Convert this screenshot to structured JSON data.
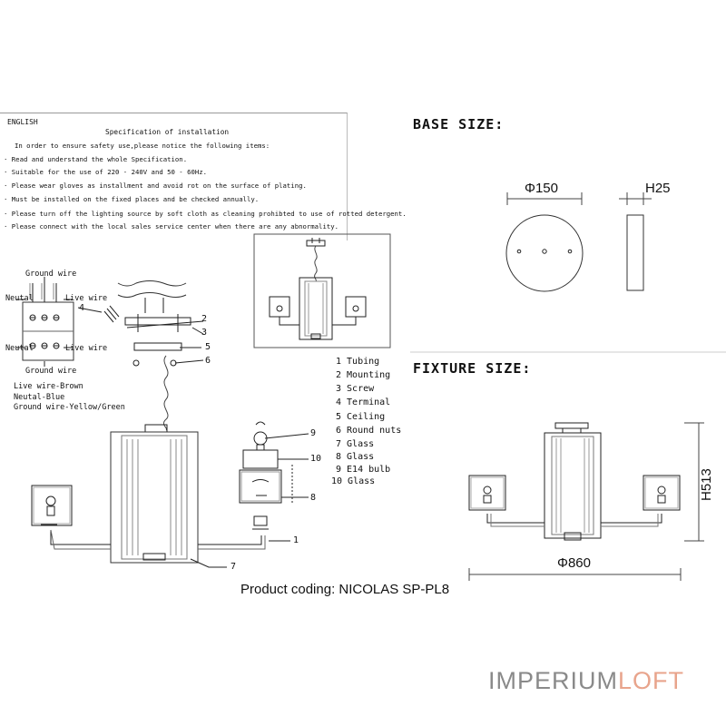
{
  "spec": {
    "language": "ENGLISH",
    "title": "Specification of installation",
    "intro": "In order to ensure safety use,please notice the following items:",
    "items": [
      "·  Read and understand the whole Specification.",
      "·  Suitable for the use of 220 - 240V and 50 - 60Hz.",
      "·  Please wear gloves as installment and avoid rot on the surface of plating.",
      "·  Must be installed on the fixed places and be checked annually.",
      "·  Please turn off the lighting source by soft cloth as cleaning prohibted to use of rotted detergent.",
      "·  Please connect with the local sales service center when there are any abnormality."
    ]
  },
  "wiring": {
    "ground_top": "Ground wire",
    "neutral_top": "Neutal",
    "live_top": "Live wire",
    "neutral_bottom": "Neutal",
    "live_bottom": "Live wire",
    "ground_bottom": "Ground wire",
    "color_live": "Live wire-Brown",
    "color_neutral": "Neutal-Blue",
    "color_ground": "Ground wire-Yellow/Green"
  },
  "callouts": {
    "n1": "1",
    "n2": "2",
    "n3": "3",
    "n4": "4",
    "n5": "5",
    "n6": "6",
    "n7": "7",
    "n8": "8",
    "n9": "9",
    "n10": "10"
  },
  "legend": [
    "1 Tubing",
    "2 Mounting",
    "3 Screw",
    "4 Terminal",
    "5 Ceiling",
    "6 Round nuts",
    "7 Glass",
    "8 Glass",
    "9 E14 bulb",
    "10 Glass"
  ],
  "base": {
    "title": "BASE SIZE:",
    "diameter": "Φ150",
    "height": "H25"
  },
  "fixture": {
    "title": "FIXTURE SIZE:",
    "width": "Φ860",
    "height": "H513"
  },
  "product_coding": "Product coding: NICOLAS SP-PL8",
  "brand": {
    "part1": "IMPERIUM",
    "part2": "LOFT",
    "color_main": "#8a8a8a",
    "color_accent": "#e8a48c"
  }
}
